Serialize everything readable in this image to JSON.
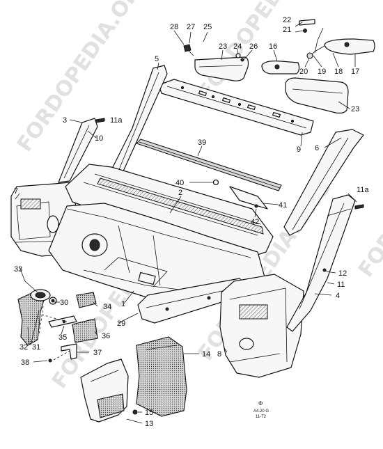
{
  "watermark": {
    "text": "FORDOPEDIA.ORG",
    "color": "#c9c9c9"
  },
  "stamp": {
    "symbol": "Φ",
    "line1": "A4.20 G",
    "line2": "11-72"
  },
  "callouts": [
    "28",
    "27",
    "25",
    "23",
    "24",
    "26",
    "16",
    "22",
    "21",
    "20",
    "19",
    "18",
    "17",
    "5",
    "3",
    "11a",
    "10",
    "9",
    "23",
    "6",
    "39",
    "7",
    "40",
    "2",
    "41",
    "42",
    "11a",
    "33",
    "30",
    "34",
    "1",
    "12",
    "11",
    "4",
    "29",
    "35",
    "36",
    "32",
    "31",
    "37",
    "8",
    "14",
    "38",
    "15",
    "13"
  ]
}
